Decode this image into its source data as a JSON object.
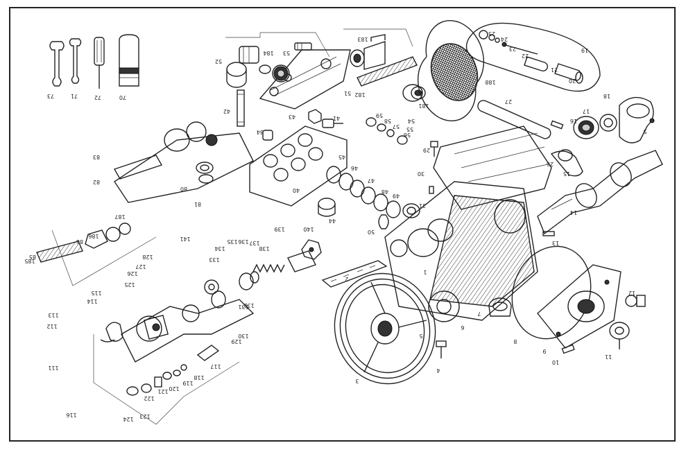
{
  "parts": [
    {
      "id": "p1",
      "label": "1"
    },
    {
      "id": "p2",
      "label": "2"
    },
    {
      "id": "p3",
      "label": "3"
    },
    {
      "id": "p4",
      "label": "4"
    },
    {
      "id": "p5a",
      "label": "5"
    },
    {
      "id": "p5b",
      "label": "5"
    },
    {
      "id": "p6",
      "label": "6"
    },
    {
      "id": "p7",
      "label": "7"
    },
    {
      "id": "p8",
      "label": "8"
    },
    {
      "id": "p9",
      "label": "9"
    },
    {
      "id": "p10",
      "label": "10"
    },
    {
      "id": "p11",
      "label": "11"
    },
    {
      "id": "p12",
      "label": "12"
    },
    {
      "id": "p13",
      "label": "13"
    },
    {
      "id": "p14",
      "label": "14"
    },
    {
      "id": "p15",
      "label": "15"
    },
    {
      "id": "p16",
      "label": "16"
    },
    {
      "id": "p17",
      "label": "17"
    },
    {
      "id": "p18",
      "label": "18"
    },
    {
      "id": "p19",
      "label": "19"
    },
    {
      "id": "p20",
      "label": "20"
    },
    {
      "id": "p21",
      "label": "21"
    },
    {
      "id": "p22",
      "label": "22"
    },
    {
      "id": "p23",
      "label": "23"
    },
    {
      "id": "p24",
      "label": "24"
    },
    {
      "id": "p25",
      "label": "25"
    },
    {
      "id": "p26",
      "label": "26"
    },
    {
      "id": "p27",
      "label": "27"
    },
    {
      "id": "p29",
      "label": "29"
    },
    {
      "id": "p30",
      "label": "30"
    },
    {
      "id": "p31",
      "label": "31"
    },
    {
      "id": "p40",
      "label": "40"
    },
    {
      "id": "p41",
      "label": "41"
    },
    {
      "id": "p42",
      "label": "42"
    },
    {
      "id": "p43",
      "label": "43"
    },
    {
      "id": "p44",
      "label": "44"
    },
    {
      "id": "p45",
      "label": "45"
    },
    {
      "id": "p46",
      "label": "46"
    },
    {
      "id": "p47",
      "label": "47"
    },
    {
      "id": "p48",
      "label": "48"
    },
    {
      "id": "p49",
      "label": "49"
    },
    {
      "id": "p50",
      "label": "50"
    },
    {
      "id": "p51",
      "label": "51"
    },
    {
      "id": "p52",
      "label": "52"
    },
    {
      "id": "p53",
      "label": "53"
    },
    {
      "id": "p54",
      "label": "54"
    },
    {
      "id": "p55",
      "label": "55"
    },
    {
      "id": "p56",
      "label": "56"
    },
    {
      "id": "p57",
      "label": "57"
    },
    {
      "id": "p58",
      "label": "58"
    },
    {
      "id": "p59",
      "label": "59"
    },
    {
      "id": "p70",
      "label": "70"
    },
    {
      "id": "p71",
      "label": "71"
    },
    {
      "id": "p72",
      "label": "72"
    },
    {
      "id": "p73",
      "label": "73"
    },
    {
      "id": "p80",
      "label": "80"
    },
    {
      "id": "p81",
      "label": "81"
    },
    {
      "id": "p82",
      "label": "82"
    },
    {
      "id": "p83",
      "label": "83"
    },
    {
      "id": "p84",
      "label": "84"
    },
    {
      "id": "p85",
      "label": "85"
    },
    {
      "id": "p86",
      "label": "86"
    },
    {
      "id": "p111",
      "label": "111"
    },
    {
      "id": "p112",
      "label": "112"
    },
    {
      "id": "p113",
      "label": "113"
    },
    {
      "id": "p114",
      "label": "114"
    },
    {
      "id": "p115",
      "label": "115"
    },
    {
      "id": "p116",
      "label": "116"
    },
    {
      "id": "p117",
      "label": "117"
    },
    {
      "id": "p118",
      "label": "118"
    },
    {
      "id": "p119",
      "label": "119"
    },
    {
      "id": "p120",
      "label": "120"
    },
    {
      "id": "p121",
      "label": "121"
    },
    {
      "id": "p122",
      "label": "122"
    },
    {
      "id": "p123",
      "label": "123"
    },
    {
      "id": "p124",
      "label": "124"
    },
    {
      "id": "p125",
      "label": "125"
    },
    {
      "id": "p126",
      "label": "126"
    },
    {
      "id": "p127",
      "label": "127"
    },
    {
      "id": "p128",
      "label": "128"
    },
    {
      "id": "p129",
      "label": "129"
    },
    {
      "id": "p130",
      "label": "130"
    },
    {
      "id": "p131",
      "label": "131"
    },
    {
      "id": "p132",
      "label": "132"
    },
    {
      "id": "p133",
      "label": "133"
    },
    {
      "id": "p134",
      "label": "134"
    },
    {
      "id": "p135",
      "label": "135"
    },
    {
      "id": "p136",
      "label": "136"
    },
    {
      "id": "p137",
      "label": "137"
    },
    {
      "id": "p138",
      "label": "138"
    },
    {
      "id": "p139",
      "label": "139"
    },
    {
      "id": "p140",
      "label": "140"
    },
    {
      "id": "p141",
      "label": "141"
    },
    {
      "id": "p181",
      "label": "181"
    },
    {
      "id": "p182",
      "label": "182"
    },
    {
      "id": "p183",
      "label": "183"
    },
    {
      "id": "p184",
      "label": "184"
    },
    {
      "id": "p185",
      "label": "185"
    },
    {
      "id": "p186",
      "label": "186"
    },
    {
      "id": "p187",
      "label": "187"
    },
    {
      "id": "p188",
      "label": "188"
    }
  ]
}
